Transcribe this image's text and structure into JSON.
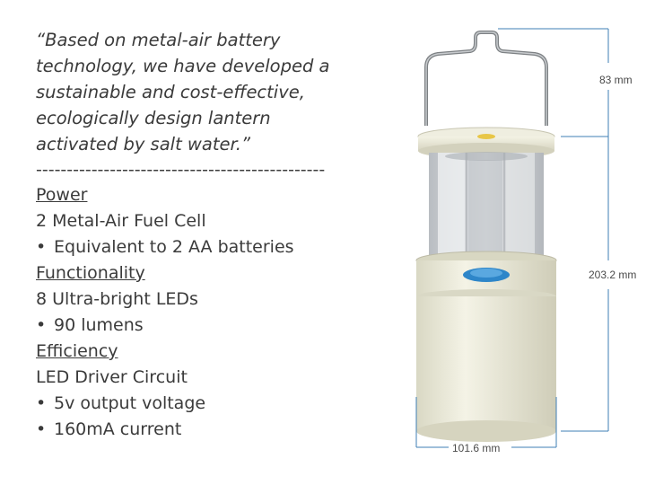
{
  "quote": {
    "lines": [
      "“Based on metal-air battery",
      "technology, we have developed a",
      "sustainable and cost-effective,",
      "ecologically design lantern",
      "activated by salt water.”"
    ]
  },
  "divider": "-----------------------------------------------",
  "sections": [
    {
      "heading": "Power",
      "line": "2 Metal-Air Fuel Cell",
      "bullets": [
        "Equivalent to 2 AA batteries"
      ]
    },
    {
      "heading": "Functionality",
      "line": "8 Ultra-bright LEDs",
      "bullets": [
        "90 lumens"
      ]
    },
    {
      "heading": "Efficiency",
      "line": "LED Driver Circuit",
      "bullets": [
        "5v output voltage",
        "160mA current"
      ]
    }
  ],
  "bullet_char": "•",
  "dimensions": {
    "handle": "83 mm",
    "height": "203.2 mm",
    "width": "101.6 mm"
  },
  "colors": {
    "dimension_line": "#3f7fb6",
    "lantern_body": "#ecebd9",
    "lantern_cap": "#e8e6d2",
    "fuel_cell_chamber": "#c9cdd2",
    "indicator_blue": "#2e86c9"
  }
}
